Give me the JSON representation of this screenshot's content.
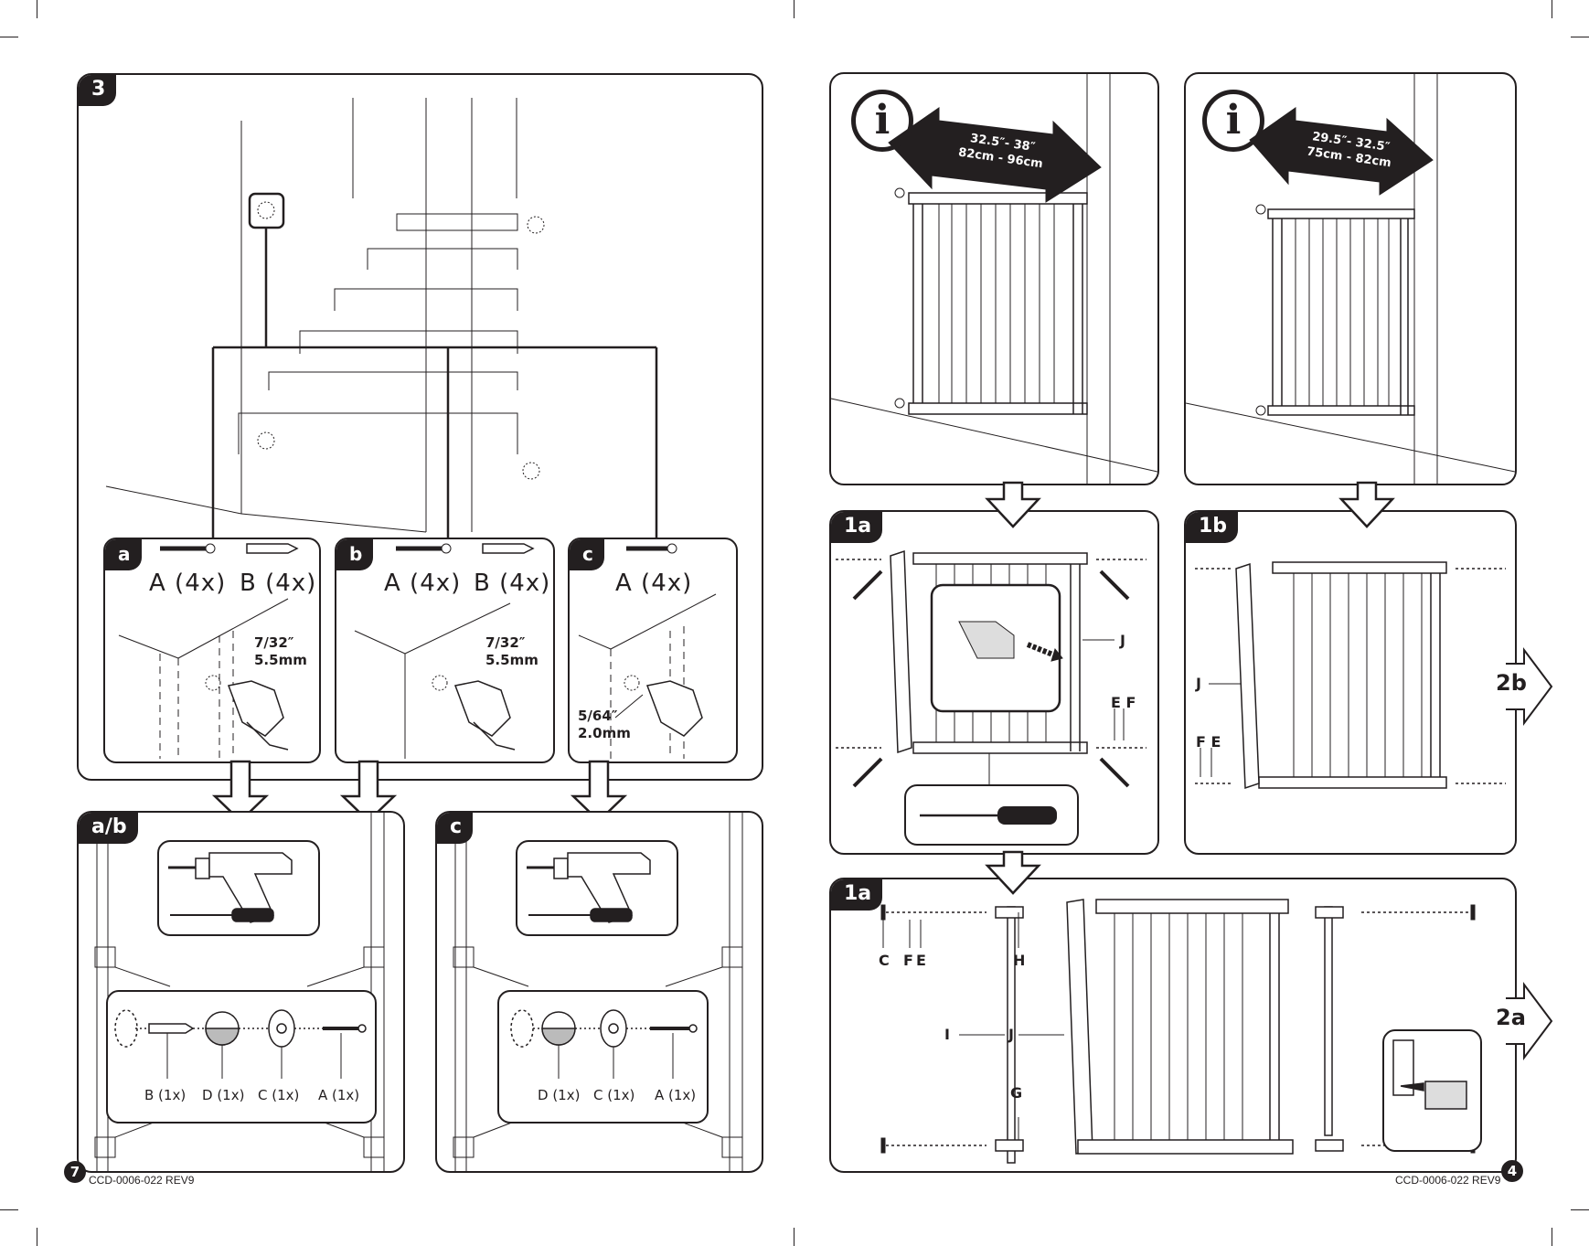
{
  "left_page": {
    "step3": {
      "tab": "3"
    },
    "panel_a": {
      "tab": "a",
      "qty_a": "A (4x)",
      "qty_b": "B (4x)",
      "drill_size": "7/32″",
      "drill_mm": "5.5mm"
    },
    "panel_b": {
      "tab": "b",
      "qty_a": "A (4x)",
      "qty_b": "B (4x)",
      "drill_size": "7/32″",
      "drill_mm": "5.5mm"
    },
    "panel_c": {
      "tab": "c",
      "qty_a": "A (4x)",
      "drill_size": "5/64″",
      "drill_mm": "2.0mm"
    },
    "panel_ab": {
      "tab": "a/b",
      "parts": [
        "B (1x)",
        "D (1x)",
        "C (1x)",
        "A (1x)"
      ]
    },
    "panel_c2": {
      "tab": "c",
      "parts": [
        "D (1x)",
        "C (1x)",
        "A (1x)"
      ]
    },
    "page_number": "7",
    "doc_code": "CCD-0006-022 REV9"
  },
  "right_page": {
    "info_large": {
      "icon": "i",
      "range_in": "32.5″- 38″",
      "range_cm": "82cm - 96cm"
    },
    "info_small": {
      "icon": "i",
      "range_in": "29.5″- 32.5″",
      "range_cm": "75cm - 82cm"
    },
    "step_1a_top": {
      "tab": "1a",
      "labels": {
        "j": "J",
        "ef": "E F"
      }
    },
    "step_1b": {
      "tab": "1b",
      "labels": {
        "j": "J",
        "fe": "F E"
      },
      "next": "2b"
    },
    "step_1a_bottom": {
      "tab": "1a",
      "labels": {
        "c": "C",
        "f": "F",
        "e": "E",
        "h": "H",
        "i": "I",
        "j": "J",
        "g": "G"
      },
      "next": "2a"
    },
    "page_number": "4",
    "doc_code": "CCD-0006-022 REV9"
  }
}
